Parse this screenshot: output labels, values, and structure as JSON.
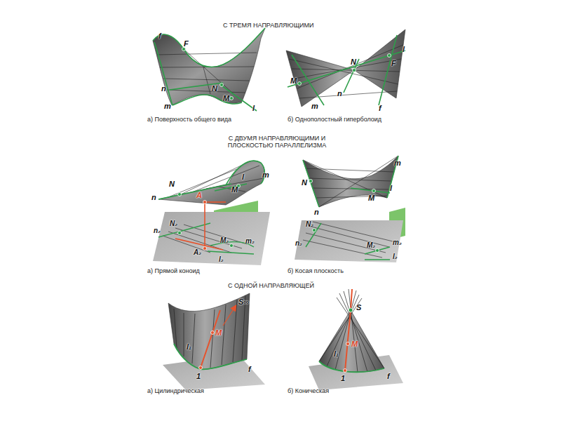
{
  "diagram": {
    "labels": [
      "С ТРЕМЯ НАПРАВЛЯЮЩИМИ",
      "f",
      "F",
      "n",
      "N",
      "M",
      "m",
      "l",
      "а) Поверхность общего вида",
      "l",
      "N",
      "F",
      "M",
      "n",
      "m",
      "f",
      "б) Однополостный гиперболоид",
      "С ДВУМЯ НАПРАВЛЯЮЩИМИ И ПЛОСКОСТЬЮ ПАРАЛЛЕЛИЗМА",
      "N",
      "m",
      "l",
      "M",
      "n",
      "A",
      "N₂",
      "n₂",
      "M₂",
      "m₂",
      "A₂",
      "l₂",
      "а) Прямой коноид",
      "m",
      "N",
      "l",
      "M",
      "n",
      "N₂",
      "n₂",
      "m₂",
      "M₂",
      "l₂",
      "б) Косая плоскость",
      "С ОДНОЙ НАПРАВЛЯЮЩЕЙ",
      "S∞",
      "M",
      "l₁",
      "1",
      "f",
      "а) Цилиндрическая",
      "S",
      "M",
      "l₁",
      "1",
      "f",
      "б) Коническая"
    ]
  }
}
